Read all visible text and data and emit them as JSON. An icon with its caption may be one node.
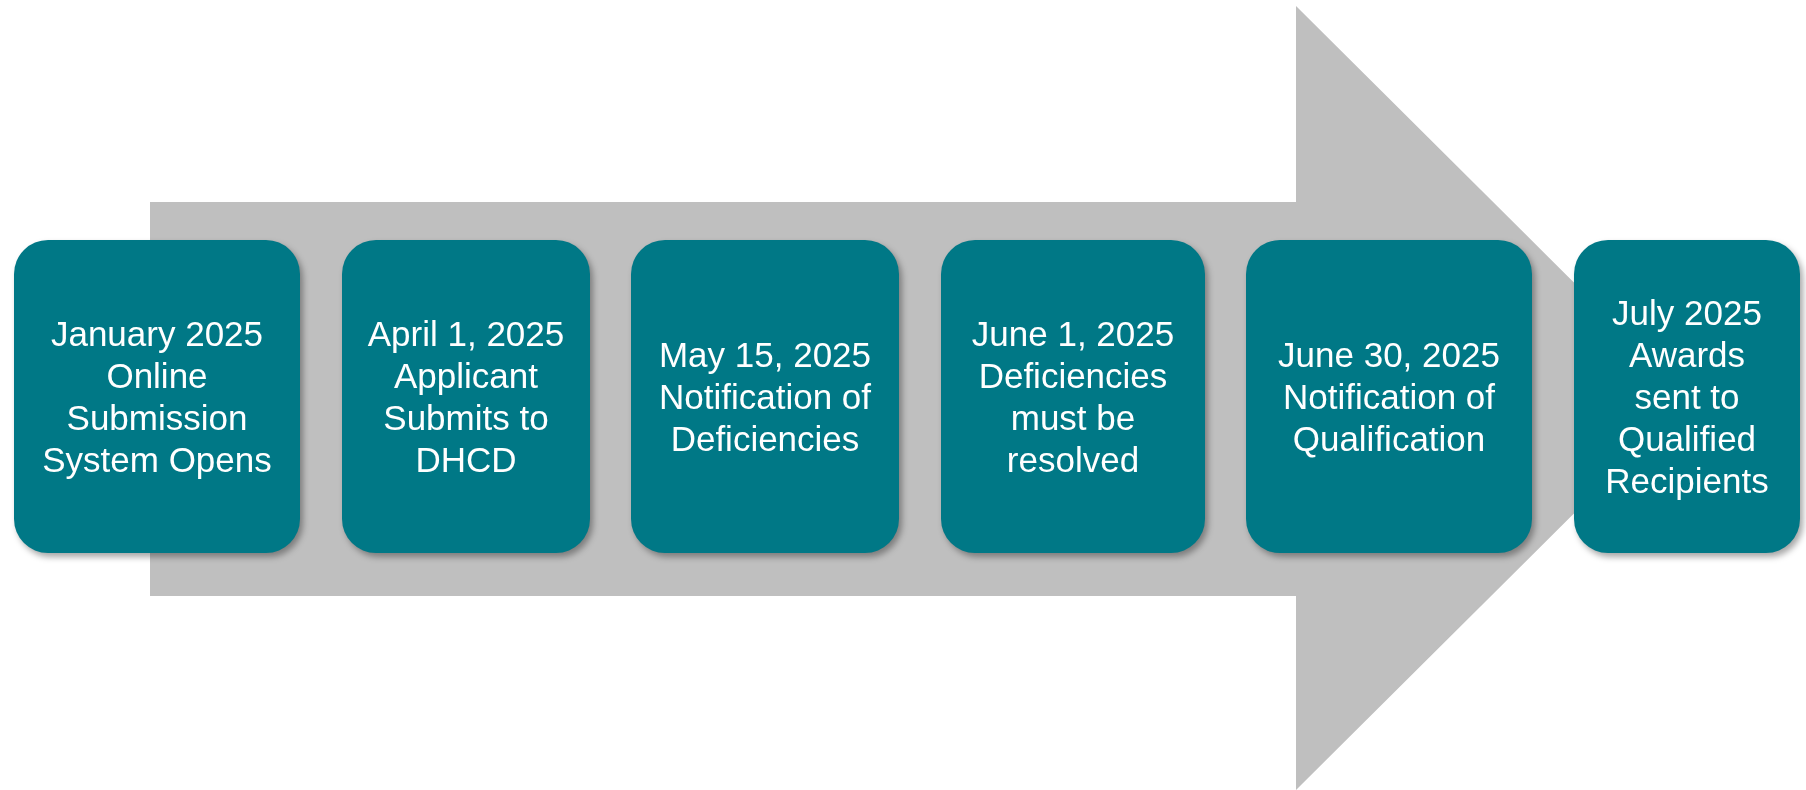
{
  "diagram": {
    "nodes": [
      {
        "text": [
          "January 2025 Online Submission System Opens"
        ]
      },
      {
        "text": [
          "April 1, 2025 Applicant Submits to DHCD"
        ]
      },
      {
        "text": [
          "May 15, 2025 Notification of Deficiencies"
        ]
      },
      {
        "text": [
          "June 1, 2025 Deficiencies must be resolved"
        ]
      },
      {
        "text": [
          "June 30, 2025 Notification of Qualification"
        ]
      },
      {
        "text": [
          "July 2025 Awards sent to Qualified Recipients"
        ]
      }
    ],
    "edges": [
      {
        "from": 0,
        "to": 5,
        "arrow": "to"
      }
    ]
  }
}
